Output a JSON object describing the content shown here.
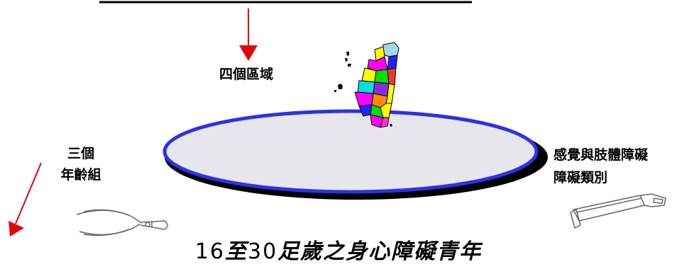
{
  "labels": {
    "regions": "四個區域",
    "age_line1": "三個",
    "age_line2": "年齡組",
    "disability_line1": "感覺與肢體障礙",
    "disability_line2": "障礙類別"
  },
  "caption": {
    "num1": "16",
    "mid": "至",
    "num2": "30",
    "rest": "足歲之身心障礙青年"
  },
  "colors": {
    "arrow": "#e8000b",
    "platform_fill": "#e6e6ec",
    "platform_border": "#2d31e6",
    "platform_shadow": "#000000"
  },
  "icons": {
    "map": "taiwan-map-icon",
    "pliers": "pliers-icon",
    "saw": "hacksaw-icon"
  }
}
